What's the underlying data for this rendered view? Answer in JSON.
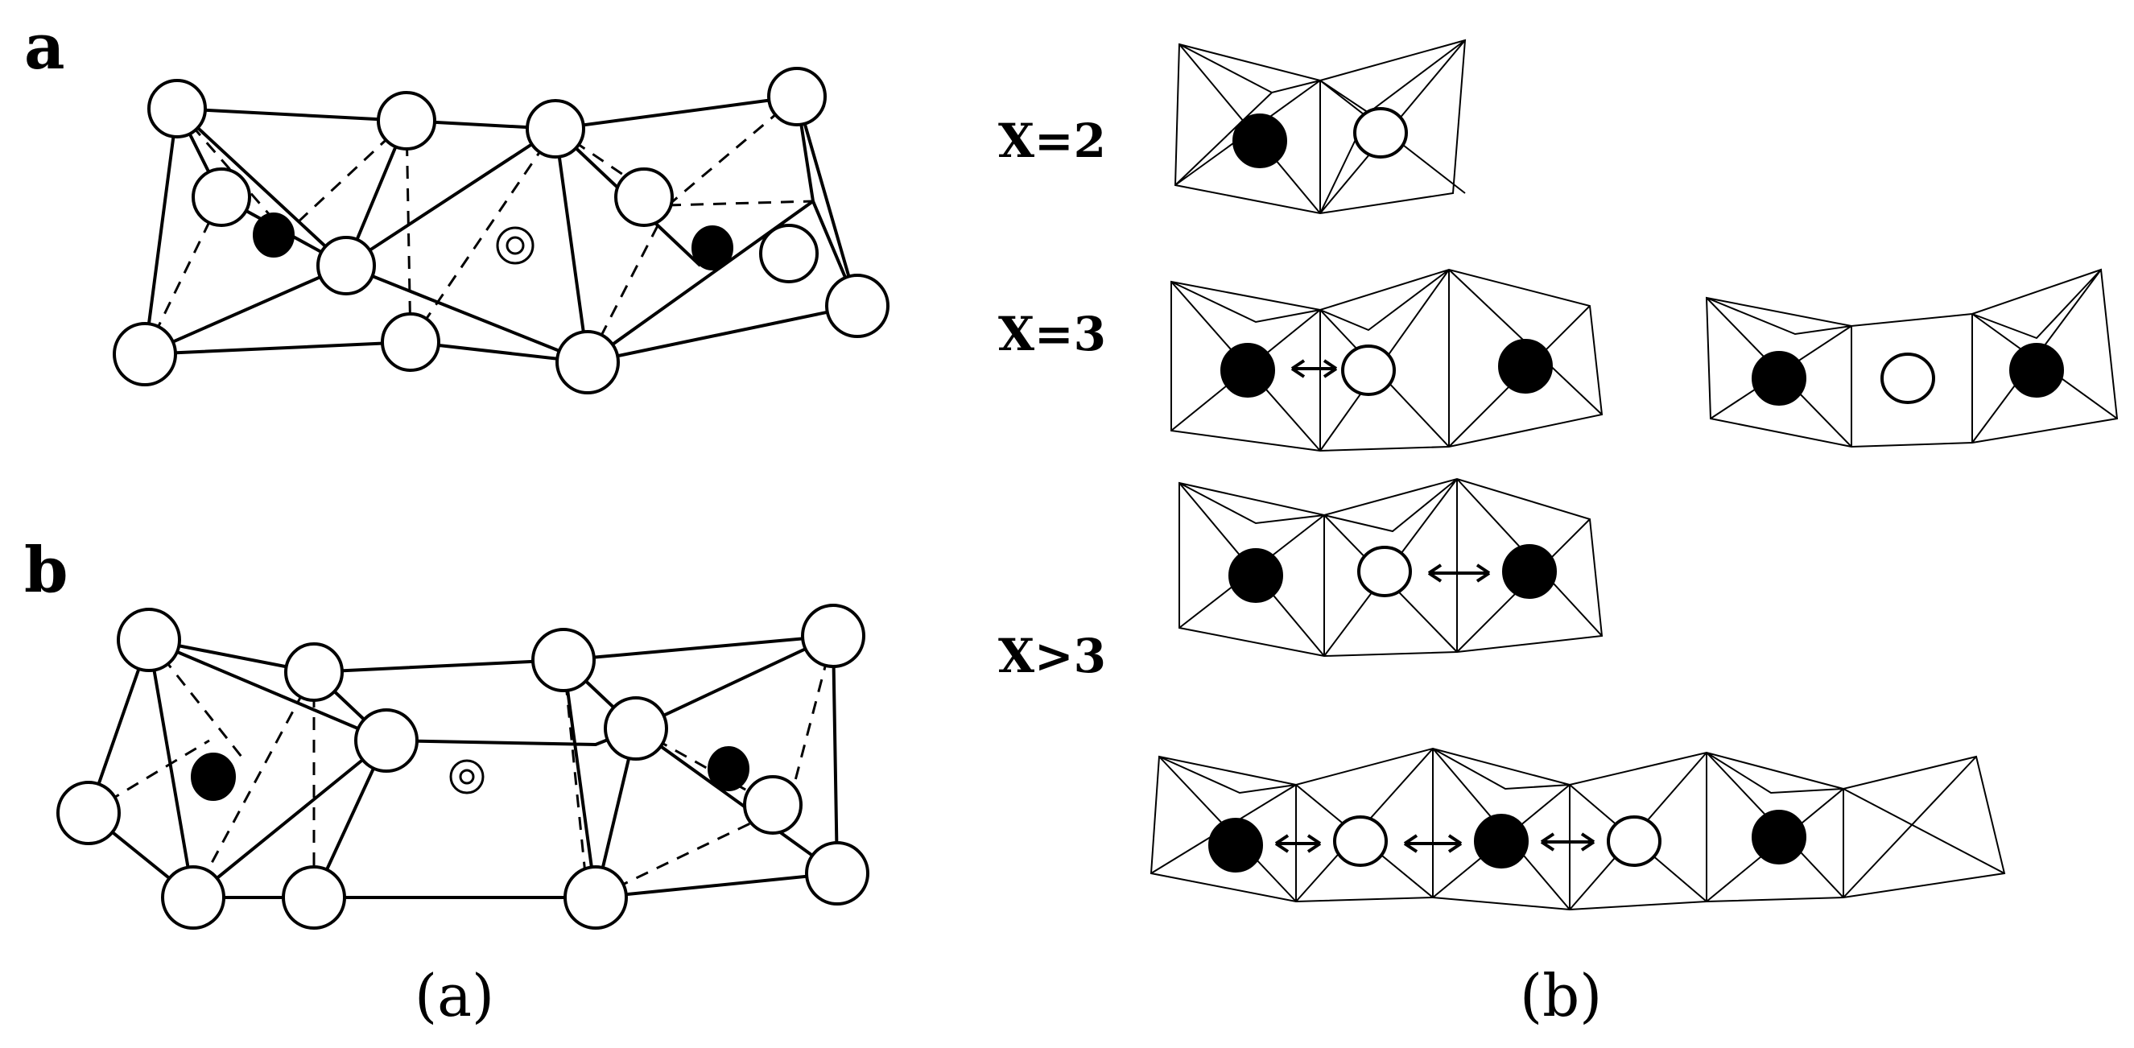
{
  "figure": {
    "left_panel_letters": {
      "a": "a",
      "b": "b"
    },
    "x_labels": {
      "x2": "X=2",
      "x3": "X=3",
      "xgt3": "X>3"
    },
    "captions": {
      "a": "(a)",
      "b": "(b)"
    }
  },
  "colors": {
    "ink": "#000000",
    "paper": "#ffffff"
  }
}
